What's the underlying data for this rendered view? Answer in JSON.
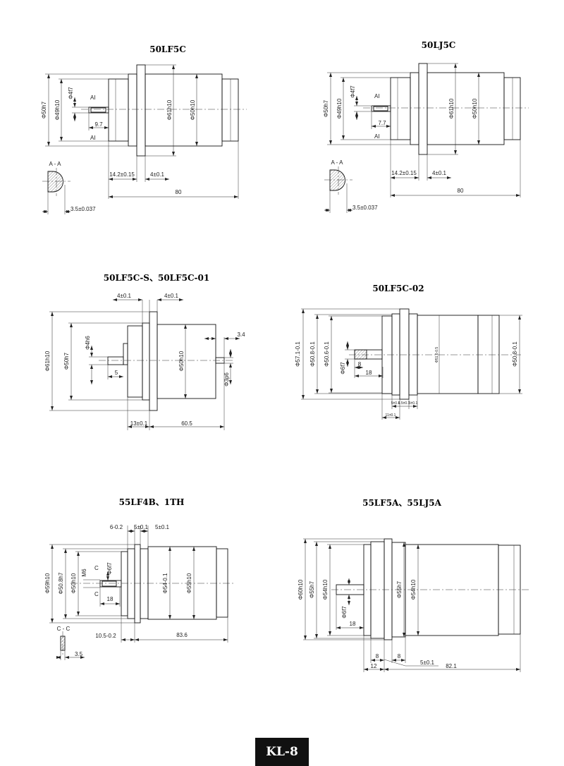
{
  "panels": [
    {
      "title": "50LF5C",
      "d_outer": "Φ50h7",
      "d_pilot": "Φ49h10",
      "d_shaft": "Φ4f7",
      "d_flange": "Φ61h10",
      "d_body": "Φ50h10",
      "sec_top": "AI",
      "sec_bot": "AI",
      "key_len": "9.7",
      "dim_a": "14.2±0.15",
      "dim_b": "4±0.1",
      "length": "80",
      "section": "A - A",
      "key_w": "3.5±0.037"
    },
    {
      "title": "50LJ5C",
      "d_outer": "Φ50h7",
      "d_pilot": "Φ49h10",
      "d_shaft": "Φ4f7",
      "d_flange": "Φ61h10",
      "d_body": "Φ50h10",
      "sec_top": "AI",
      "sec_bot": "AI",
      "key_len": "7.7",
      "dim_a": "14.2±0.15",
      "dim_b": "4±0.1",
      "length": "80",
      "section": "A - A",
      "key_w": "3.5±0.037"
    },
    {
      "title": "50LF5C-S、50LF5C-01",
      "d_flange": "Φ61h10",
      "d_pilot": "Φ50h7",
      "d_shaft": "Φ4h6",
      "d_body": "Φ50h10",
      "d_rear_shaft": "Φ3p6",
      "top_a": "4±0.1",
      "top_b": "4±0.1",
      "rear_len": "3.4",
      "shaft_len": "5",
      "bot_a": "13±0.1",
      "bot_b": "60.5"
    },
    {
      "title": "50LF5C-02",
      "d_outer": "Φ57.1-0.1",
      "d_pilot": "Φ50.8-0.1",
      "d_inner": "Φ50.6-0.1",
      "d_shaft": "Φ6f7",
      "key_len": "8",
      "shaft_len": "18",
      "d_mid": "Φ51.6-0.5",
      "d_body": "Φ50.8-0.1",
      "bot_a": "5±0.1",
      "bot_b": "6.5±0.1",
      "bot_c": "5±0.1",
      "bot_d": "11±0.1"
    },
    {
      "title": "55LF4B、1TH",
      "top_a": "6-0.2",
      "top_b": "5±0.1",
      "top_c": "5±0.1",
      "d_flange": "Φ59h10",
      "d_pilot": "Φ50.8h7",
      "d_rear": "Φ50h10",
      "thread": "M6",
      "d_shaft": "Φ6f7",
      "c_top": "C",
      "c_bot": "C",
      "shaft_len": "18",
      "d_body": "Φ54-0.1",
      "d_body2": "Φ55h10",
      "section": "C - C",
      "sec_w": "3.5",
      "bot_a": "10.5-0.2",
      "bot_b": "83.6"
    },
    {
      "title": "55LF5A、55LJ5A",
      "d_flange": "Φ60h10",
      "d_pilot": "Φ55h7",
      "d_rear": "Φ54h10",
      "d_shaft": "Φ6f7",
      "shaft_len": "18",
      "d_neck": "Φ55h7",
      "d_body": "Φ54h10",
      "bot_a": "8",
      "bot_b": "8",
      "bot_c": "12",
      "bot_d": "5±0.1",
      "bot_e": "82.1"
    }
  ],
  "footer": {
    "page_label": "KL-8"
  }
}
